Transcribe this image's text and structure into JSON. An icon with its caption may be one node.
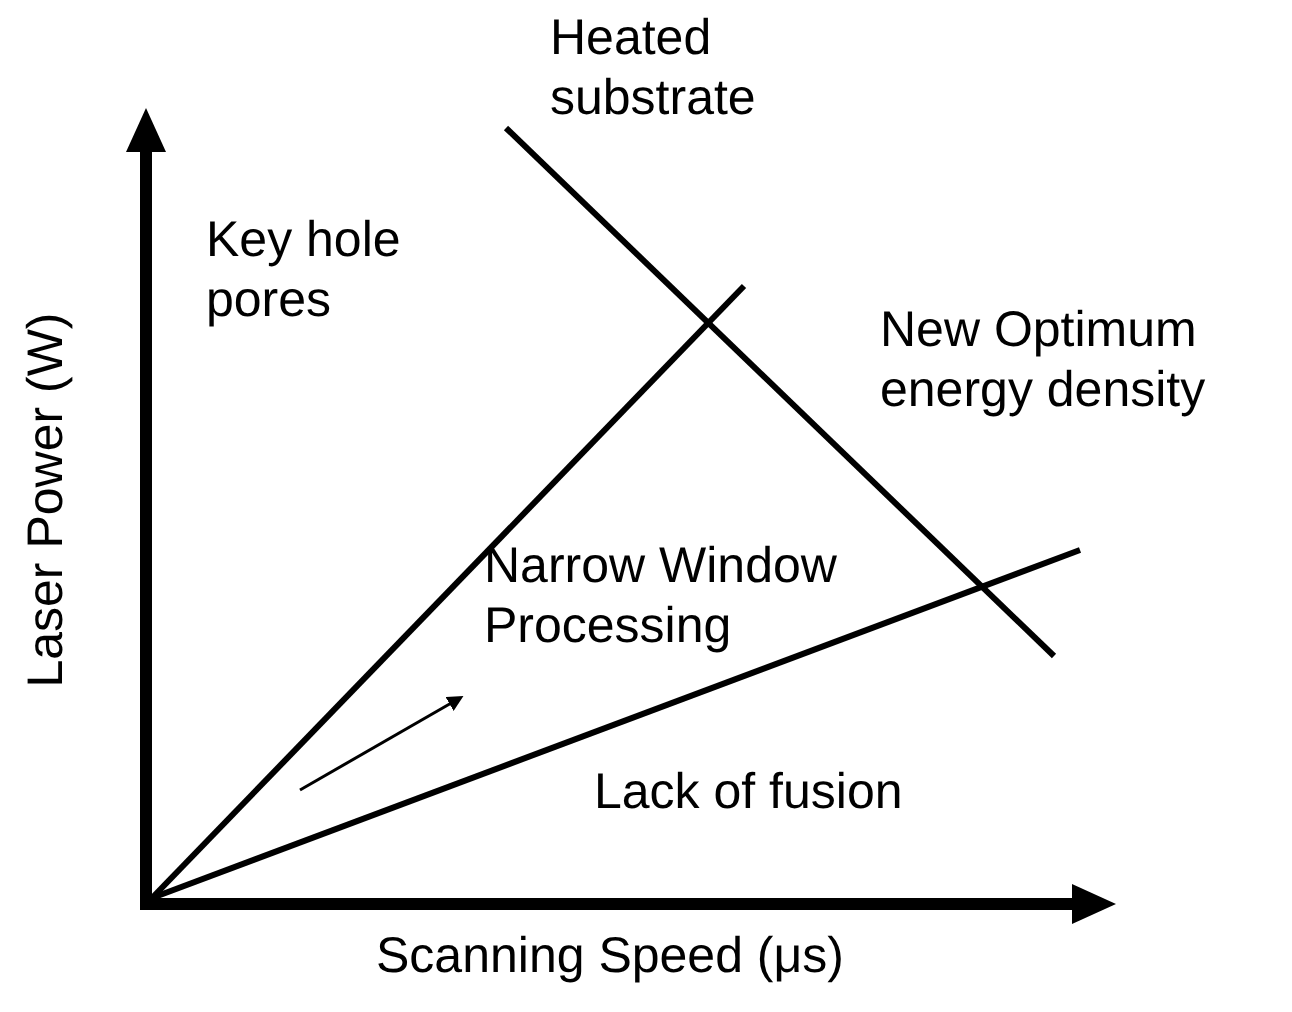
{
  "diagram": {
    "labels": [
      "Heated substrate",
      "Key hole pores",
      "New Optimum energy density",
      "Narrow Window Processing",
      "Lack of fusion",
      "Laser Power (W)",
      "Scanning Speed (μs)"
    ]
  }
}
